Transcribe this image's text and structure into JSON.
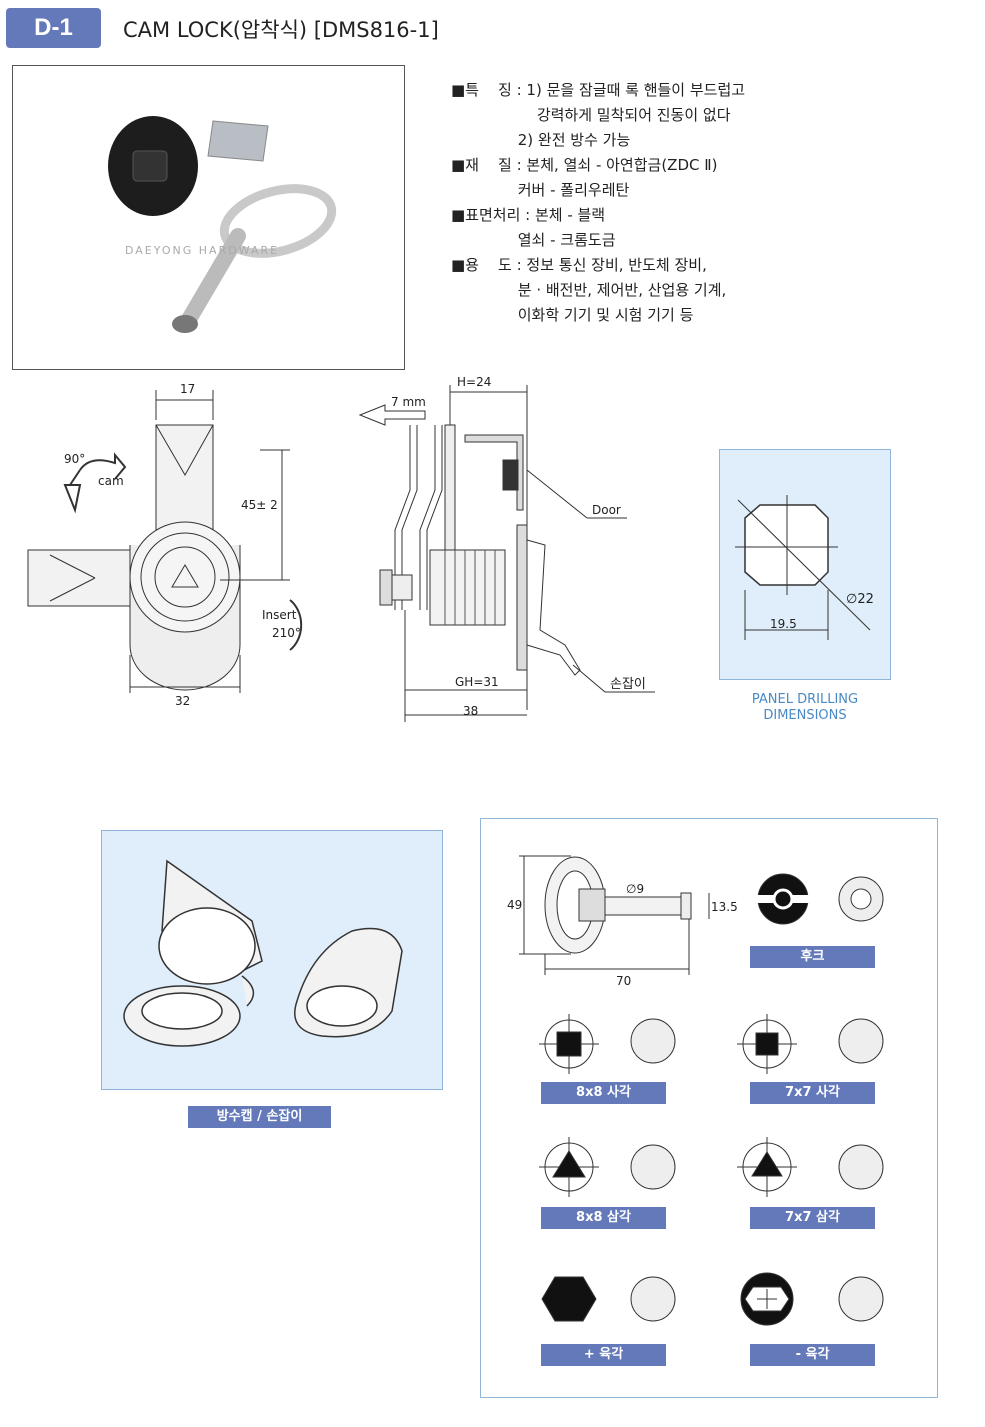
{
  "header": {
    "code": "D-1",
    "title": "CAM LOCK(압착식) [DMS816-1]"
  },
  "photo": {
    "watermark": "DAEYONG HARDWARE"
  },
  "spec": {
    "lines": [
      "■특    징 : 1) 문을 잠글때 록 핸들이 부드럽고",
      "                  강력하게 밀착되어 진동이 없다",
      "              2) 완전 방수 가능",
      "■재    질 : 본체, 열쇠 - 아연합금(ZDC Ⅱ)",
      "              커버 - 폴리우레탄",
      "■표면처리 : 본체 - 블랙",
      "              열쇠 - 크롬도금",
      "■용    도 : 정보 통신 장비, 반도체 장비,",
      "              분 · 배전반, 제어반, 산업용 기계,",
      "              이화학 기기 및 시험 기기 등"
    ]
  },
  "front": {
    "w_top": "17",
    "rot": "90°",
    "cam": "cam",
    "height": "45± 2",
    "insert": "Insert",
    "insert_deg": "210°",
    "w_bottom": "32"
  },
  "side": {
    "arrow": "7 mm",
    "h": "H=24",
    "door": "Door",
    "gh": "GH=31",
    "total": "38",
    "handle": "손잡이"
  },
  "panel": {
    "dia": "∅22",
    "width": "19.5",
    "caption1": "PANEL DRILLING",
    "caption2": "DIMENSIONS"
  },
  "cap": {
    "label": "방수캡 / 손잡이"
  },
  "key": {
    "h": "49",
    "dia": "∅9",
    "len_tip": "13.5",
    "len": "70"
  },
  "types": [
    "후크",
    "8x8 사각",
    "7x7 사각",
    "8x8 삼각",
    "7x7 삼각",
    "+ 육각",
    "- 육각"
  ]
}
